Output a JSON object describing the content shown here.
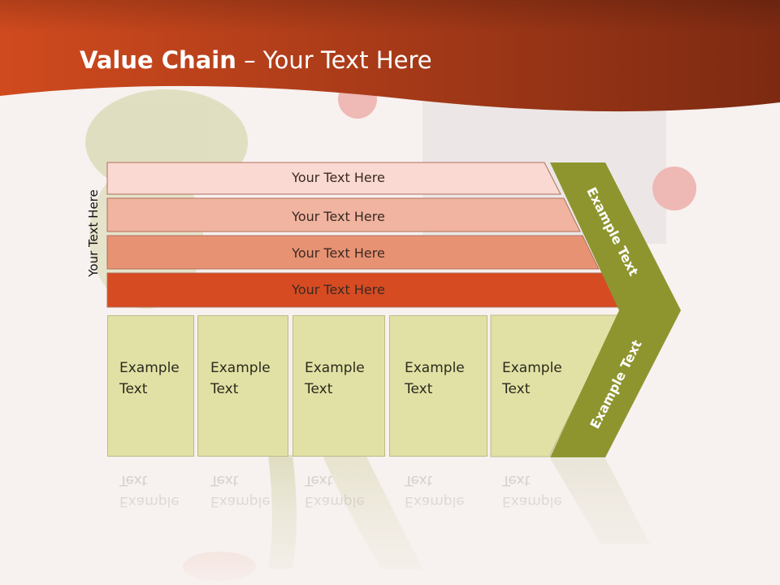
{
  "title": {
    "bold": "Value Chain",
    "rest": " – Your Text Here"
  },
  "side_label": "Your Text Here",
  "rows": [
    {
      "label": "Your Text Here",
      "color": "#f9d9d1"
    },
    {
      "label": "Your Text Here",
      "color": "#f0b4a0"
    },
    {
      "label": "Your Text Here",
      "color": "#e89274"
    },
    {
      "label": "Your Text Here",
      "color": "#d64b22"
    }
  ],
  "columns": [
    {
      "line1": "Example",
      "line2": "Text"
    },
    {
      "line1": "Example",
      "line2": "Text"
    },
    {
      "line1": "Example",
      "line2": "Text"
    },
    {
      "line1": "Example",
      "line2": "Text"
    },
    {
      "line1": "Example",
      "line2": "Text"
    }
  ],
  "chevron": {
    "upper": "Example Text",
    "lower": "Example Text",
    "color": "#8e952f"
  },
  "colors": {
    "header": "#c2441c",
    "column_fill": "#e2e1a5"
  }
}
